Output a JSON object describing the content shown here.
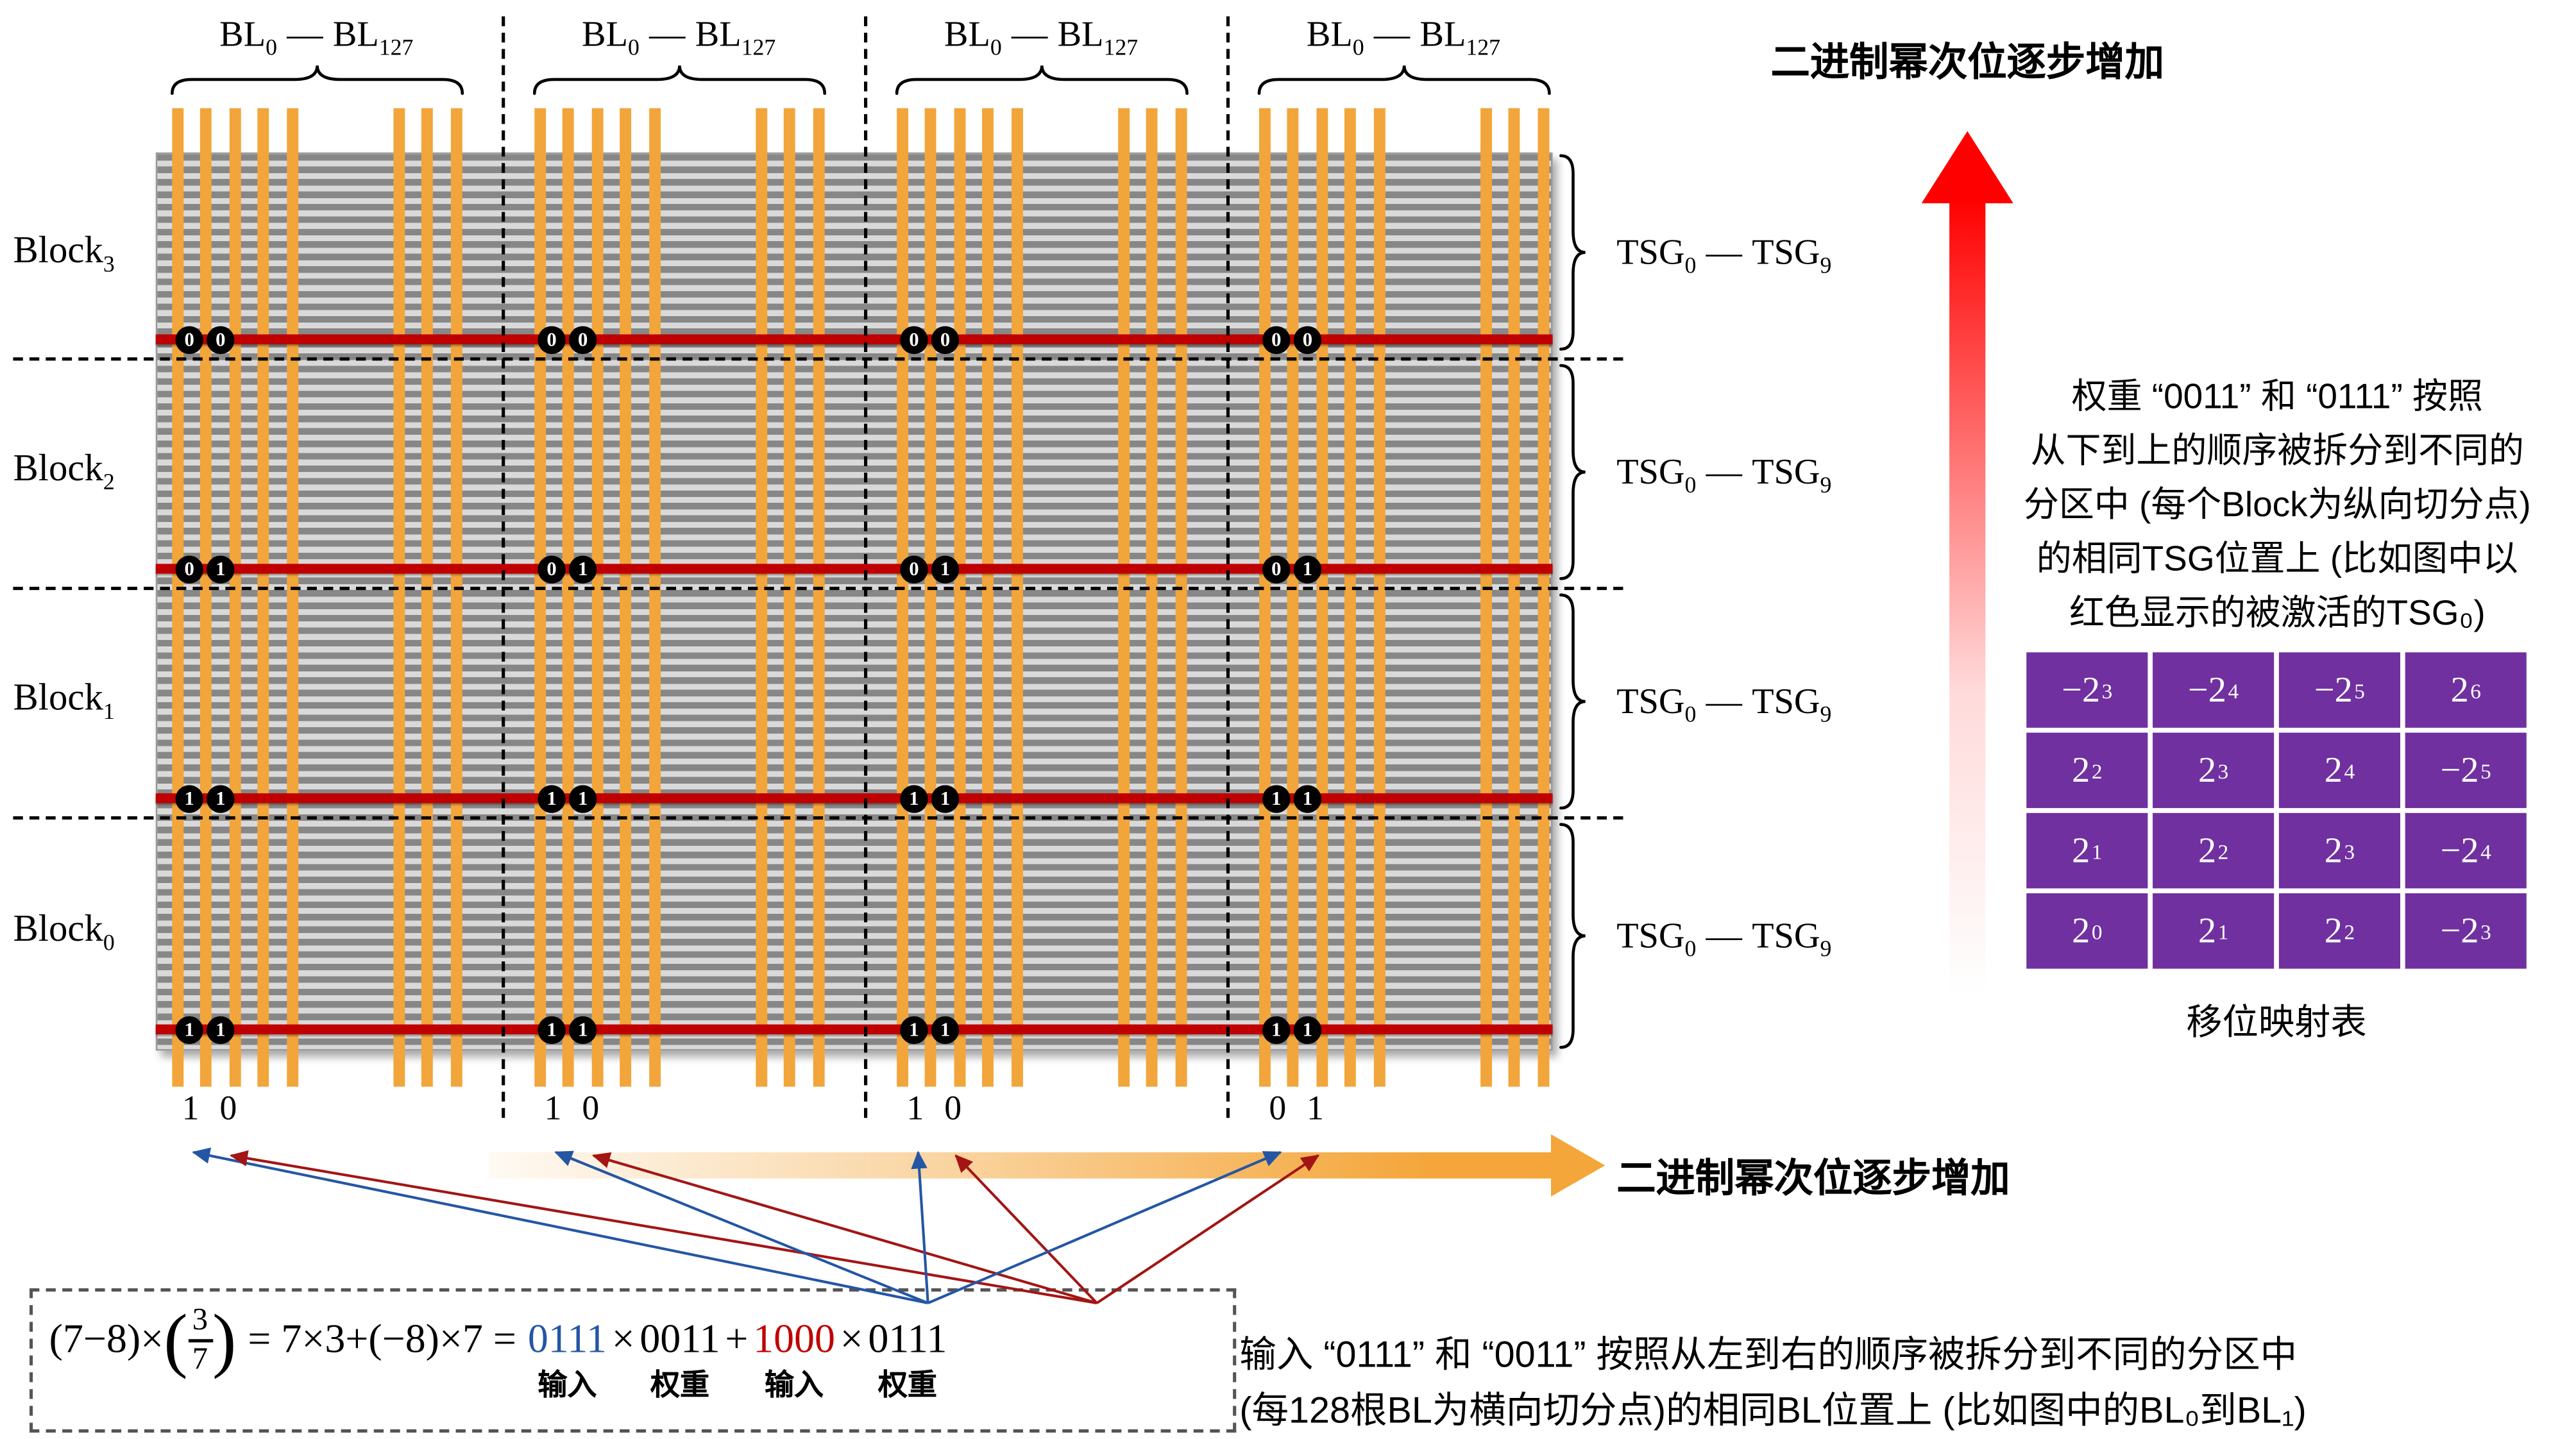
{
  "figure": {
    "bl_group_label": {
      "base": "BL",
      "sub_lo": "0",
      "dash": "—",
      "sub_hi": "127"
    },
    "tsg_label": {
      "base": "TSG",
      "sub_lo": "0",
      "dash": "—",
      "sub_hi": "9"
    },
    "block_labels": [
      {
        "base": "Block",
        "sub": "3"
      },
      {
        "base": "Block",
        "sub": "2"
      },
      {
        "base": "Block",
        "sub": "1"
      },
      {
        "base": "Block",
        "sub": "0"
      }
    ],
    "badge_rows": [
      [
        "0",
        "0"
      ],
      [
        "0",
        "1"
      ],
      [
        "1",
        "1"
      ],
      [
        "1",
        "1"
      ]
    ],
    "column_bits": [
      [
        "1",
        "0"
      ],
      [
        "1",
        "0"
      ],
      [
        "1",
        "0"
      ],
      [
        "0",
        "1"
      ]
    ]
  },
  "right_panel": {
    "up_arrow_label": "二进制幂次位逐步增加",
    "note_lines": [
      "权重 “0011” 和 “0111” 按照",
      "从下到上的顺序被拆分到不同的",
      "分区中 (每个Block为纵向切分点)",
      "的相同TSG位置上 (比如图中以",
      "红色显示的被激活的TSG₀)"
    ],
    "shift_table": {
      "rows": [
        [
          {
            "b": "−2",
            "e": "3"
          },
          {
            "b": "−2",
            "e": "4"
          },
          {
            "b": "−2",
            "e": "5"
          },
          {
            "b": "2",
            "e": "6"
          }
        ],
        [
          {
            "b": "2",
            "e": "2"
          },
          {
            "b": "2",
            "e": "3"
          },
          {
            "b": "2",
            "e": "4"
          },
          {
            "b": "−2",
            "e": "5"
          }
        ],
        [
          {
            "b": "2",
            "e": "1"
          },
          {
            "b": "2",
            "e": "2"
          },
          {
            "b": "2",
            "e": "3"
          },
          {
            "b": "−2",
            "e": "4"
          }
        ],
        [
          {
            "b": "2",
            "e": "0"
          },
          {
            "b": "2",
            "e": "1"
          },
          {
            "b": "2",
            "e": "2"
          },
          {
            "b": "−2",
            "e": "3"
          }
        ]
      ],
      "caption": "移位映射表"
    }
  },
  "bottom": {
    "right_arrow_label": "二进制幂次位逐步增加",
    "formula": {
      "lead": "(7−8)×",
      "paren_open": "(",
      "frac_num": "3",
      "frac_den": "7",
      "paren_close": ")",
      "mid": "= 7×3+(−8)×7 =",
      "bin_input1": "0111",
      "times1": "×",
      "weight1": "0011",
      "plus": "+",
      "bin_input2": "1000",
      "times2": "×",
      "weight2": "0111",
      "labels": [
        "输入",
        "权重",
        "输入",
        "权重"
      ]
    },
    "note_lines": [
      "输入 “0111” 和 “0011” 按照从左到右的顺序被拆分到不同的分区中",
      "(每128根BL为横向切分点)的相同BL位置上 (比如图中的BL₀到BL₁)"
    ]
  },
  "colors": {
    "bitline_orange": "#F2A53A",
    "active_tsg_red": "#C00000",
    "table_purple": "#7030A0",
    "formula_blue": "#2456A4",
    "formula_red": "#C00000",
    "arrow_blue": "#2456A4",
    "arrow_dark_red": "#A31515",
    "gradient_arrow_red": "#FF0000",
    "gradient_arrow_orange": "#F4A63A"
  }
}
